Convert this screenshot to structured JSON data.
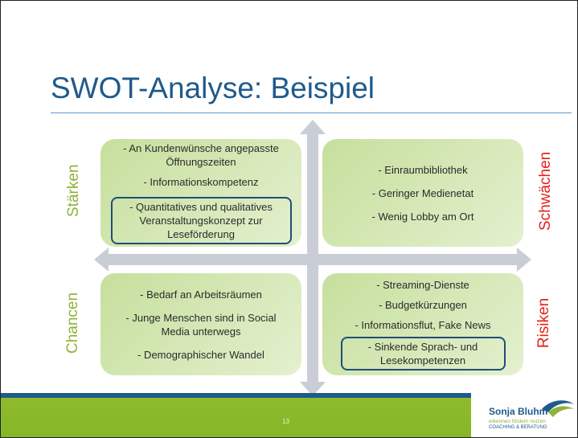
{
  "slide": {
    "title": "SWOT-Analyse: Beispiel",
    "page_number": "13"
  },
  "labels": {
    "strengths": "Stärken",
    "weaknesses": "Schwächen",
    "opportunities": "Chancen",
    "threats": "Risiken"
  },
  "quadrants": {
    "strengths": {
      "items": [
        "- An Kundenwünsche angepasste Öffnungszeiten",
        "- Informationskompetenz",
        "- Quantitatives und qualitatives Veranstaltungskonzept zur Leseförderung"
      ]
    },
    "weaknesses": {
      "items": [
        "- Einraumbibliothek",
        "- Geringer Medienetat",
        "- Wenig Lobby am Ort"
      ]
    },
    "opportunities": {
      "items": [
        "- Bedarf an Arbeitsräumen",
        "- Junge Menschen sind in Social Media unterwegs",
        "- Demographischer Wandel"
      ]
    },
    "threats": {
      "items": [
        "- Streaming-Dienste",
        "- Budgetkürzungen",
        "- Informationsflut, Fake News",
        "- Sinkende Sprach- und Lesekompetenzen"
      ]
    }
  },
  "logo": {
    "name": "Sonja Bluhm",
    "tagline": "erkennen fördern nutzen",
    "subtitle": "COACHING & BERATUNG"
  },
  "colors": {
    "title": "#1f5a8c",
    "green_label": "#8db33a",
    "red_label": "#e2231a",
    "quadrant_fill": "#d3e6b3",
    "footer_green": "#8dbb2c",
    "highlight_border": "#1f4e79"
  }
}
